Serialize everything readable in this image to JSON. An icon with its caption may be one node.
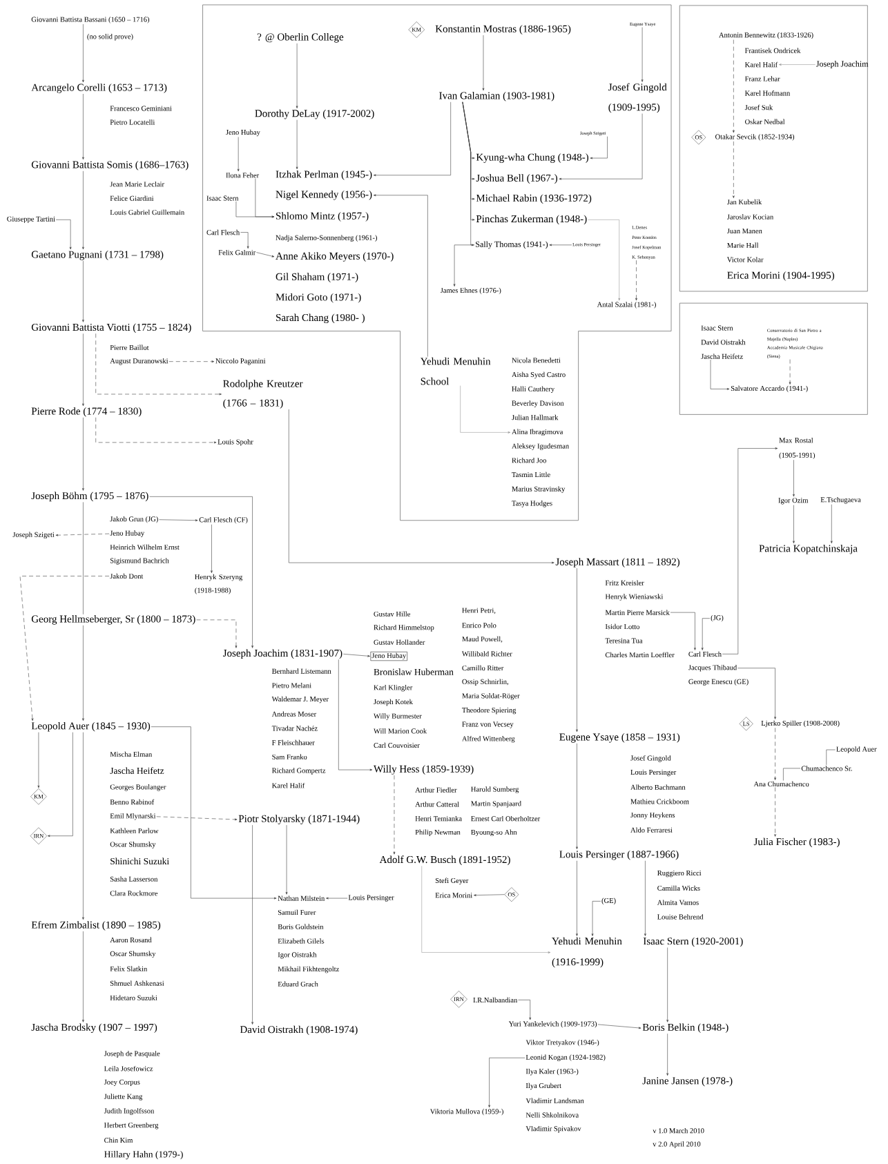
{
  "diagram": {
    "nodes": [
      {
        "text": [
          "Giovanni Battista Bassani (1650 – 1716)"
        ]
      },
      {
        "text": [
          "Arcangelo Corelli (1653 – 1713)"
        ]
      },
      {
        "text": [
          "Giovanni Battista Somis (1686–1763)"
        ]
      },
      {
        "text": [
          "Giuseppe Tartini"
        ]
      },
      {
        "text": [
          "Gaetano Pugnani (1731 – 1798)"
        ]
      },
      {
        "text": [
          "Giovanni Battista Viotti (1755 – 1824)"
        ]
      },
      {
        "text": [
          "August Duranowski"
        ]
      },
      {
        "text": [
          "Niccolo Paganini"
        ]
      },
      {
        "text": [
          "Rodolphe Kreutzer (1766 – 1831)"
        ]
      },
      {
        "text": [
          "Pierre Rode (1774 – 1830)"
        ]
      },
      {
        "text": [
          "Louis Spohr"
        ]
      },
      {
        "text": [
          "Joseph Böhm (1795 – 1876)"
        ]
      },
      {
        "text": [
          "Jakob Grun (JG)"
        ]
      },
      {
        "text": [
          "Jeno Hubay"
        ]
      },
      {
        "text": [
          "Jakob Dont"
        ]
      },
      {
        "text": [
          "Carl Flesch (CF)"
        ]
      },
      {
        "text": [
          "Henryk Szeryng (1918-1988)"
        ]
      },
      {
        "text": [
          "Joseph Szigeti"
        ]
      },
      {
        "text": [
          "Georg Hellmseberger, Sr (1800 – 1873)"
        ]
      },
      {
        "text": [
          "Joseph Joachim (1831-1907)"
        ]
      },
      {
        "text": [
          "Jeno Hubay"
        ]
      },
      {
        "text": [
          "Willy Hess (1859-1939)"
        ]
      },
      {
        "text": [
          "Adolf G.W. Busch (1891-1952)"
        ]
      },
      {
        "text": [
          "Erica Morini"
        ]
      },
      {
        "text": [
          "OS"
        ]
      },
      {
        "text": [
          "Leopold Auer (1845 – 1930)"
        ]
      },
      {
        "text": [
          "KM"
        ]
      },
      {
        "text": [
          "IRN"
        ]
      },
      {
        "text": [
          "Emil Mlynarski"
        ]
      },
      {
        "text": [
          "Piotr Stolyarsky (1871-1944)"
        ]
      },
      {
        "text": [
          "Nathan Milstein"
        ]
      },
      {
        "text": [
          "Louis Persinger"
        ]
      },
      {
        "text": [
          "David Oistrakh (1908-1974)"
        ]
      },
      {
        "text": [
          "Efrem Zimbalist (1890 – 1985)"
        ]
      },
      {
        "text": [
          "Jascha Brodsky (1907 – 1997)"
        ]
      },
      {
        "text": [],
        "shape": "box"
      },
      {
        "text": [
          "? @ Oberlin College"
        ],
        "in": 35
      },
      {
        "text": [
          "Dorothy DeLay (1917-2002)"
        ],
        "in": 35
      },
      {
        "text": [
          "Jeno Hubay"
        ],
        "in": 35
      },
      {
        "text": [
          "Ilona Feher"
        ],
        "in": 35
      },
      {
        "text": [
          "Isaac Stern"
        ],
        "in": 35
      },
      {
        "text": [
          "Carl Flesch"
        ],
        "in": 35
      },
      {
        "text": [
          "Felix Galmir"
        ],
        "in": 35
      },
      {
        "text": [
          "Itzhak Perlman (1945-)"
        ],
        "in": 35
      },
      {
        "text": [
          "Nigel Kennedy (1956-)"
        ],
        "in": 35
      },
      {
        "text": [
          "Shlomo Mintz (1957-)"
        ],
        "in": 35
      },
      {
        "text": [
          "Anne Akiko Meyers (1970-)"
        ],
        "in": 35
      },
      {
        "text": [
          "KM"
        ],
        "in": 35
      },
      {
        "text": [
          "Konstantin Mostras (1886-1965)"
        ],
        "in": 35
      },
      {
        "text": [
          "Ivan Galamian (1903-1981)"
        ],
        "in": 35
      },
      {
        "text": [
          "Eugene Ysaye"
        ],
        "in": 35
      },
      {
        "text": [
          "Josef Gingold (1909-1995)"
        ],
        "in": 35
      },
      {
        "text": [
          "Joseph Szigeti"
        ],
        "in": 35
      },
      {
        "text": [
          "Kyung-wha Chung (1948-)"
        ],
        "in": 35
      },
      {
        "text": [
          "Joshua Bell (1967-)"
        ],
        "in": 35
      },
      {
        "text": [
          "Michael Rabin (1936-1972)"
        ],
        "in": 35
      },
      {
        "text": [
          "Pinchas Zukerman (1948-)"
        ],
        "in": 35
      },
      {
        "text": [
          "Sally Thomas (1941-)"
        ],
        "in": 35
      },
      {
        "text": [
          "Louis Persinger"
        ],
        "in": 35
      },
      {
        "text": [
          "James Ehnes (1976-)"
        ],
        "in": 35
      },
      {
        "text": [
          "L.Denes",
          "Peter Komlos",
          "Josef Kopelman",
          "K. Sehonyan"
        ],
        "in": 35
      },
      {
        "text": [
          "Antal Szalai (1981-)"
        ],
        "in": 35
      },
      {
        "text": [
          "Yehudi Menuhin School"
        ],
        "in": 35
      },
      {
        "text": [
          "Nicola Benedetti",
          "Aisha Syed Castro",
          "Halli Cauthery",
          "Beverley Davison",
          "Julian Hallmark",
          "Alina Ibragimova",
          "Aleksey Igudesman",
          "Richard Joo",
          "Tasmin Little",
          "Marius Stravinsky",
          "Tasya Hodges"
        ],
        "in": 35
      },
      {
        "text": [],
        "shape": "box"
      },
      {
        "text": [
          "Antonin Bennewitz (1833-1926)"
        ],
        "in": 64
      },
      {
        "text": [
          "Karel Halif"
        ],
        "in": 64
      },
      {
        "text": [
          "Joseph Joachim"
        ],
        "in": 64
      },
      {
        "text": [
          "OS"
        ],
        "in": 64
      },
      {
        "text": [
          "Otakar Sevcik (1852-1934)"
        ],
        "in": 64
      },
      {
        "text": [
          "Jan Kubelik"
        ],
        "in": 64
      },
      {
        "text": [],
        "shape": "box"
      },
      {
        "text": [
          "Isaac Stern",
          "David Oistrakh",
          "Jascha Heifetz"
        ],
        "in": 71
      },
      {
        "text": [
          "Conservatorio di San Pietro a Majella (Naples)",
          "Accademia Musicale Chigiana (Siena)"
        ],
        "in": 71
      },
      {
        "text": [
          "Salvatore Accardo (1941-)"
        ],
        "in": 71
      },
      {
        "text": [
          "Joseph Massart (1811 – 1892)"
        ]
      },
      {
        "text": [
          "Martin Pierre Marsick"
        ]
      },
      {
        "text": [
          "Carl Flesch"
        ]
      },
      {
        "text": [
          "(JG)"
        ]
      },
      {
        "text": [
          "Jacques Thibaud"
        ]
      },
      {
        "text": [
          "Max Rostal (1905-1991)"
        ]
      },
      {
        "text": [
          "Igor Ozim"
        ]
      },
      {
        "text": [
          "E.Tschugaeva"
        ]
      },
      {
        "text": [
          "Patricia Kopatchinskaja"
        ]
      },
      {
        "text": [
          "LS"
        ]
      },
      {
        "text": [
          "Ljerko Spiller (1908-2008)"
        ]
      },
      {
        "text": [
          "Leopold Auer"
        ]
      },
      {
        "text": [
          "Chumachenco Sr."
        ]
      },
      {
        "text": [
          "Ana Chumachenco"
        ]
      },
      {
        "text": [
          "Julia Fischer (1983-)"
        ]
      },
      {
        "text": [
          "Eugene Ysaye (1858 – 1931)"
        ]
      },
      {
        "text": [
          "Louis Persinger (1887-1966)"
        ]
      },
      {
        "text": [
          "(GE)"
        ]
      },
      {
        "text": [
          "Yehudi Menuhin (1916-1999)"
        ]
      },
      {
        "text": [
          "Isaac Stern (1920-2001)"
        ]
      },
      {
        "text": [
          "Boris Belkin (1948-)"
        ]
      },
      {
        "text": [
          "Janine Jansen (1978-)"
        ]
      },
      {
        "text": [
          "IRN"
        ]
      },
      {
        "text": [
          "I.R.Nalbandian"
        ]
      },
      {
        "text": [
          "Yuri Yankelevich (1909-1973)"
        ]
      },
      {
        "text": [
          "Leonid Kogan (1924-1982)"
        ]
      },
      {
        "text": [
          "Viktoria Mullova (1959-)"
        ]
      }
    ],
    "edges": [
      {
        "from": 0,
        "to": 1,
        "arrow": "to",
        "label": "(no solid prove)"
      },
      {
        "from": 1,
        "to": 2,
        "arrow": "to"
      },
      {
        "from": 2,
        "to": 4,
        "arrow": "to"
      },
      {
        "from": 3,
        "to": 4,
        "arrow": "to"
      },
      {
        "from": 4,
        "to": 5,
        "arrow": "to"
      },
      {
        "from": 6,
        "to": 7,
        "arrow": "to",
        "style": "dashed"
      },
      {
        "from": 5,
        "to": 8,
        "arrow": "to",
        "style": "dashed"
      },
      {
        "from": 5,
        "to": 9,
        "arrow": "to"
      },
      {
        "from": 9,
        "to": 10,
        "arrow": "to",
        "style": "dashed"
      },
      {
        "from": 9,
        "to": 11,
        "arrow": "to"
      },
      {
        "from": 12,
        "to": 15,
        "arrow": "to"
      },
      {
        "from": 15,
        "to": 16,
        "arrow": "to"
      },
      {
        "from": 13,
        "to": 17,
        "arrow": "to",
        "style": "dashed"
      },
      {
        "from": 14,
        "to": 25,
        "arrow": "to",
        "style": "dashed"
      },
      {
        "from": 11,
        "to": 19,
        "arrow": "to"
      },
      {
        "from": 11,
        "to": 18,
        "arrow": "none"
      },
      {
        "from": 18,
        "to": 25,
        "arrow": "to"
      },
      {
        "from": 18,
        "to": 19,
        "arrow": "to",
        "style": "dashed"
      },
      {
        "from": 19,
        "to": 20,
        "arrow": "to"
      },
      {
        "from": 19,
        "to": 21,
        "arrow": "to"
      },
      {
        "from": 21,
        "to": 22,
        "arrow": "to",
        "style": "dashed"
      },
      {
        "from": 24,
        "to": 23,
        "arrow": "to"
      },
      {
        "from": 22,
        "to": 93,
        "arrow": "to",
        "color": "#999999"
      },
      {
        "from": 25,
        "to": 26,
        "arrow": "to"
      },
      {
        "from": 25,
        "to": 27,
        "arrow": "to"
      },
      {
        "from": 25,
        "to": 33,
        "arrow": "to"
      },
      {
        "from": 25,
        "to": 30,
        "arrow": "to"
      },
      {
        "from": 28,
        "to": 29,
        "arrow": "to",
        "style": "dashed"
      },
      {
        "from": 29,
        "to": 30,
        "arrow": "to"
      },
      {
        "from": 29,
        "to": 32,
        "arrow": "to"
      },
      {
        "from": 31,
        "to": 30,
        "arrow": "to"
      },
      {
        "from": 33,
        "to": 34,
        "arrow": "to"
      },
      {
        "from": 36,
        "to": 37,
        "arrow": "to"
      },
      {
        "from": 37,
        "to": 43,
        "arrow": "to"
      },
      {
        "from": 38,
        "to": 39,
        "arrow": "to"
      },
      {
        "from": 39,
        "to": 45,
        "arrow": "to"
      },
      {
        "from": 40,
        "to": 45,
        "arrow": "to"
      },
      {
        "from": 41,
        "to": 42,
        "arrow": "to"
      },
      {
        "from": 42,
        "to": 46,
        "arrow": "to"
      },
      {
        "from": 49,
        "to": 43,
        "arrow": "to"
      },
      {
        "from": 62,
        "to": 44,
        "arrow": "to"
      },
      {
        "from": 48,
        "to": 49,
        "arrow": "to"
      },
      {
        "from": 50,
        "to": 51,
        "arrow": "to"
      },
      {
        "from": 49,
        "to": 53,
        "arrow": "to"
      },
      {
        "from": 49,
        "to": 54,
        "arrow": "to"
      },
      {
        "from": 49,
        "to": 55,
        "arrow": "to"
      },
      {
        "from": 49,
        "to": 56,
        "arrow": "to"
      },
      {
        "from": 49,
        "to": 57,
        "arrow": "to"
      },
      {
        "from": 52,
        "to": 53,
        "arrow": "to"
      },
      {
        "from": 51,
        "to": 54,
        "arrow": "to"
      },
      {
        "from": 58,
        "to": 57,
        "arrow": "to"
      },
      {
        "from": 57,
        "to": 59,
        "arrow": "to"
      },
      {
        "from": 56,
        "to": 61,
        "arrow": "to",
        "color": "#999999"
      },
      {
        "from": 60,
        "to": 61,
        "arrow": "to",
        "style": "dashed"
      },
      {
        "from": 62,
        "to": 63,
        "arrow": "to",
        "color": "#999999"
      },
      {
        "from": 65,
        "to": 69,
        "arrow": "to",
        "style": "dashed"
      },
      {
        "from": 67,
        "to": 66,
        "arrow": "to",
        "color": "#999999"
      },
      {
        "from": 69,
        "to": 70,
        "arrow": "to",
        "style": "dashed"
      },
      {
        "from": 72,
        "to": 74,
        "arrow": "to"
      },
      {
        "from": 73,
        "to": 74,
        "arrow": "to",
        "style": "dashed"
      },
      {
        "from": 8,
        "to": 75,
        "arrow": "to"
      },
      {
        "from": 76,
        "to": 77,
        "arrow": "to"
      },
      {
        "from": 78,
        "to": 77,
        "arrow": "to"
      },
      {
        "from": 77,
        "to": 80,
        "arrow": "to"
      },
      {
        "from": 79,
        "to": 85,
        "arrow": "to"
      },
      {
        "from": 75,
        "to": 90,
        "arrow": "to"
      },
      {
        "from": 80,
        "to": 81,
        "arrow": "to"
      },
      {
        "from": 81,
        "to": 83,
        "arrow": "to"
      },
      {
        "from": 82,
        "to": 83,
        "arrow": "to"
      },
      {
        "from": 85,
        "to": 88,
        "arrow": "to",
        "style": "dashed"
      },
      {
        "from": 86,
        "to": 87,
        "arrow": "none"
      },
      {
        "from": 87,
        "to": 88,
        "arrow": "none"
      },
      {
        "from": 88,
        "to": 89,
        "arrow": "to",
        "style": "dashed"
      },
      {
        "from": 90,
        "to": 91,
        "arrow": "to"
      },
      {
        "from": 91,
        "to": 93,
        "arrow": "to"
      },
      {
        "from": 92,
        "to": 93,
        "arrow": "to"
      },
      {
        "from": 91,
        "to": 94,
        "arrow": "to"
      },
      {
        "from": 94,
        "to": 95,
        "arrow": "to"
      },
      {
        "from": 95,
        "to": 96,
        "arrow": "to"
      },
      {
        "from": 98,
        "to": 99,
        "arrow": "to"
      },
      {
        "from": 99,
        "to": 95,
        "arrow": "to"
      },
      {
        "from": 100,
        "to": 101,
        "arrow": "to"
      }
    ],
    "labels": [
      "Francesco Geminiani",
      "Pietro Locatelli",
      "Jean Marie Leclair",
      "Felice Giardini",
      "Louis Gabriel Guillemain",
      "Pierre Baillot",
      "Heinrich Wilhelm Ernst",
      "Sigismund Bachrich",
      "Bernhard Listemann",
      "Pietro Melani",
      "Waldemar J. Meyer",
      "Andreas Moser",
      "Tivadar Nachéz",
      "F Fleischhauer",
      "Sam Franko",
      "Richard Gompertz",
      "Karel Halif",
      "Gustav Hille",
      "Richard Himmelstop",
      "Gustav Hollander",
      "Bronislaw Huberman",
      "Karl Klingler",
      "Joseph Kotek",
      "Willy Burmester",
      "Will Marion Cook",
      "Carl Couvoisier",
      "Henri Petri,",
      "Enrico Polo",
      "Maud Powell,",
      "Willibald Richter",
      "Camillo Ritter",
      "Ossip Schnirlin,",
      "Maria Soldat-Röger",
      "Theodore Spiering",
      "Franz von Vecsey",
      "Alfred Wittenberg",
      "Arthur Fiedler",
      "Arthur Catteral",
      "Henri Temianka",
      "Philip Newman",
      "Harold Sumberg",
      "Martin Spanjaard",
      "Ernest Carl Oberholtzer",
      "Byoung-so Ahn",
      "Stefi Geyer",
      "Mischa Elman",
      "Jascha Heifetz",
      "Georges Boulanger",
      "Benno Rabinof",
      "Kathleen Parlow",
      "Oscar Shumsky",
      "Shinichi Suzuki",
      "Sasha Lasserson",
      "Clara Rockmore",
      "Samuil Furer",
      "Boris Goldstein",
      "Elizabeth Gilels",
      "Igor Oistrakh",
      "Mikhail Fikhtengoltz",
      "Eduard Grach",
      "Aaron Rosand",
      "Oscar Shumsky",
      "Felix Slatkin",
      "Shmuel Ashkenasi",
      "Hidetaro Suzuki",
      "Joseph de Pasquale",
      "Leila Josefowicz",
      "Joey Corpus",
      "Juliette Kang",
      "Judith Ingolfsson",
      "Herbert Greenberg",
      "Chin Kim",
      "Hillary Hahn (1979-)",
      "Nadja Salerno-Sonnenberg (1961-)",
      "Gil Shaham (1971-)",
      "Midori Goto (1971-)",
      "Sarah Chang (1980- )",
      "Frantisek Ondricek",
      "Franz Lehar",
      "Karel Hofmann",
      "Josef Suk",
      "Oskar Nedbal",
      "Jaroslav Kocian",
      "Juan Manen",
      "Marie Hall",
      "Victor Kolar",
      "Erica Morini (1904-1995)",
      "Fritz Kreisler",
      "Henryk Wieniawski",
      "Isidor Lotto",
      "Teresina Tua",
      "Charles Martin Loeffler",
      "George Enescu (GE)",
      "Josef Gingold",
      "Louis Persinger",
      "Alberto Bachmann",
      "Mathieu Crickboom",
      "Jonny Heykens",
      "Aldo Ferraresi",
      "Ruggiero Ricci",
      "Camilla Wicks",
      "Almita Vamos",
      "Louise Behrend",
      "Viktor Tretyakov (1946-)",
      "Ilya Kaler (1963-)",
      "Ilya Grubert",
      "Vladimir Landsman",
      "Nelli Shkolnikova",
      "Vladimir Spivakov",
      "v 1.0  March 2010",
      "v 2.0  April 2010"
    ]
  }
}
